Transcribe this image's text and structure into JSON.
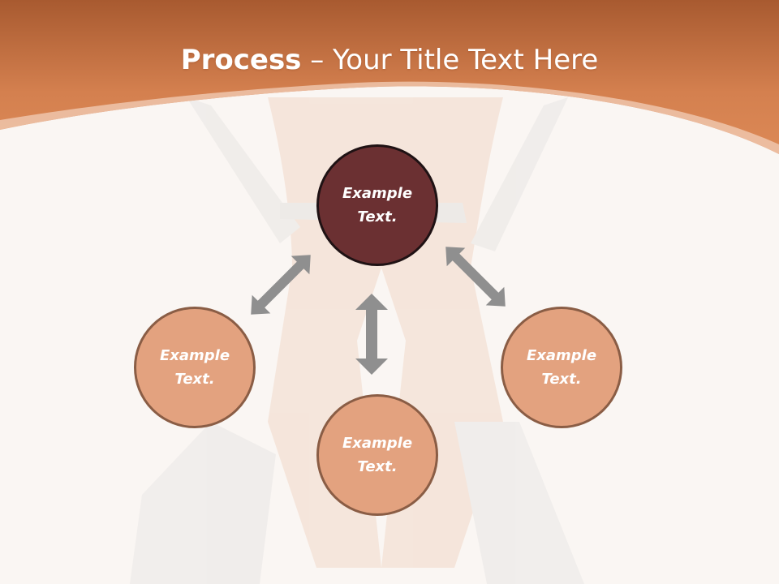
{
  "slide": {
    "title_bold": "Process",
    "title_rest": " – Your Title Text Here"
  },
  "diagram": {
    "center_node": {
      "label": "Example Text."
    },
    "left_node": {
      "label": "Example Text."
    },
    "bottom_node": {
      "label": "Example Text."
    },
    "right_node": {
      "label": "Example Text."
    }
  },
  "colors": {
    "header": "#d4804f",
    "center_node_fill": "#6b3032",
    "outer_node_fill": "#e3a27f",
    "arrow": "#8f8f8f"
  }
}
